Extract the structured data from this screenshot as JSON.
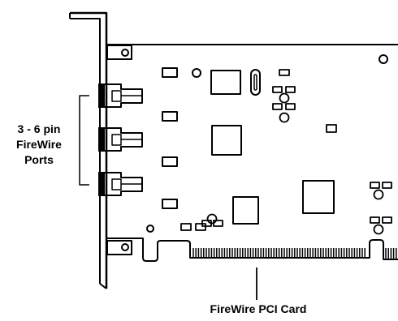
{
  "labels": {
    "ports": [
      "3 - 6 pin",
      "FireWire",
      "Ports"
    ],
    "card": "FireWire PCI Card"
  },
  "colors": {
    "ink": "#000000",
    "paper": "#ffffff"
  }
}
